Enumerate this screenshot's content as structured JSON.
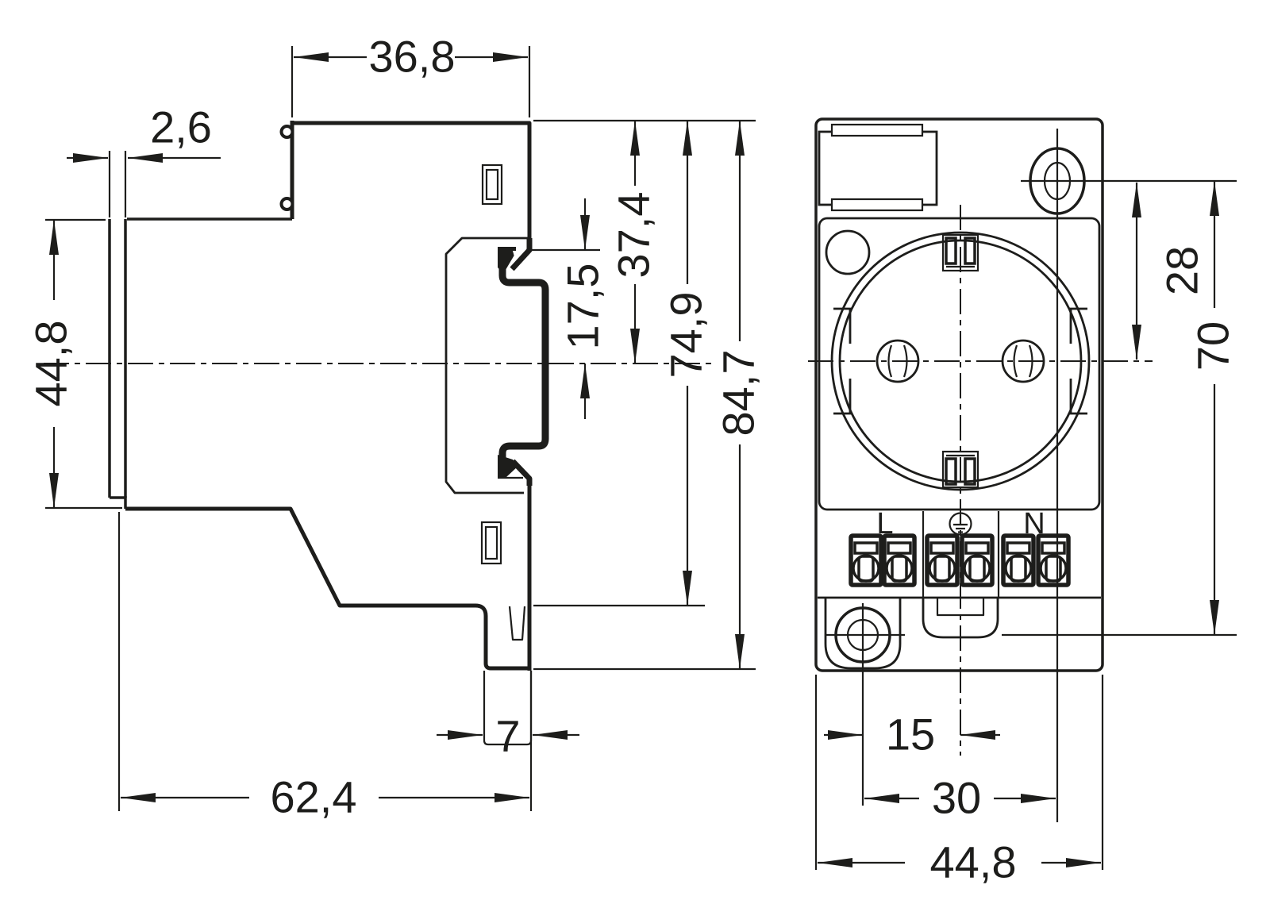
{
  "drawing": {
    "type": "technical-dimension-drawing",
    "background_color": "#ffffff",
    "line_color": "#1d1d1b",
    "side_view": {
      "dims": {
        "width_top": "36,8",
        "flange_thickness": "2,6",
        "flange_height": "44,8",
        "rail_center_offset": "17,5",
        "center_from_top": "37,4",
        "depth_body": "74,9",
        "depth_total": "84,7",
        "release_tab_width": "7",
        "width_total": "62,4"
      }
    },
    "front_view": {
      "dims": {
        "screw_to_center_vertical": "28",
        "screw_pitch_vertical": "70",
        "screw_to_center_horizontal": "15",
        "screw_pitch_horizontal": "30",
        "width_total": "44,8"
      },
      "terminal_labels": {
        "line": "L",
        "neutral": "N",
        "earth_icon": "protective-earth-symbol"
      }
    }
  }
}
